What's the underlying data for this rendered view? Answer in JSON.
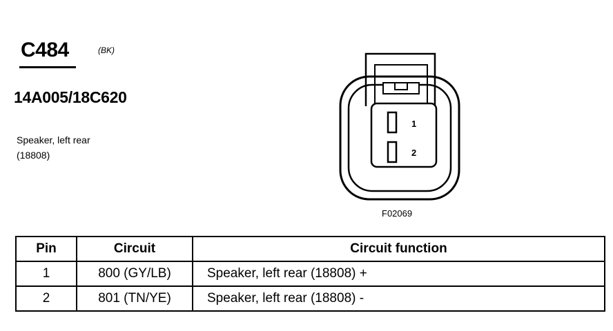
{
  "connector": {
    "id": "C484",
    "color_code": "(BK)",
    "part_numbers": "14A005/18C620",
    "description_line1": "Speaker, left rear",
    "description_line2": "(18808)",
    "figure_label": "F02069",
    "pin_labels": [
      "1",
      "2"
    ]
  },
  "table": {
    "headers": [
      "Pin",
      "Circuit",
      "Circuit function"
    ],
    "rows": [
      {
        "pin": "1",
        "circuit": "800 (GY/LB)",
        "function": "Speaker, left rear (18808)  +"
      },
      {
        "pin": "2",
        "circuit": "801 (TN/YE)",
        "function": "Speaker, left rear (18808) -"
      }
    ]
  }
}
